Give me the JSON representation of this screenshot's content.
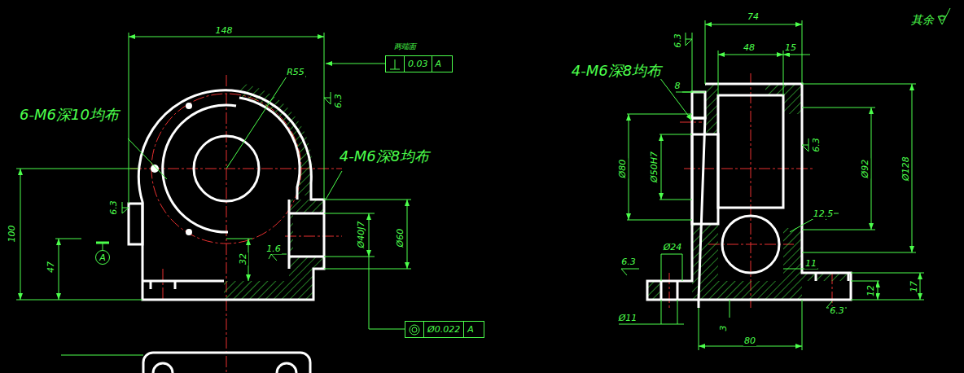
{
  "diagram": {
    "nodes": [
      {
        "text": [
          "0.03",
          "A"
        ]
      },
      {
        "text": [
          "Ø0.022",
          "A"
        ]
      },
      {
        "text": [
          "A"
        ]
      }
    ],
    "labels": [
      "148",
      "R55",
      "两端面",
      "6-M6深10均布",
      "4-M6深8均布",
      "6.3",
      "6.3",
      "100",
      "47",
      "32",
      "1.6",
      "Ø40J7",
      "Ø60",
      "74",
      "48",
      "15",
      "6.3",
      "4-M6深8均布",
      "8",
      "Ø80",
      "Ø50H7",
      "Ø92",
      "Ø128",
      "6.3",
      "12.5",
      "Ø24",
      "6.3",
      "11",
      "12",
      "17",
      "Ø11",
      "3",
      "80",
      "6.3",
      "其余"
    ]
  }
}
